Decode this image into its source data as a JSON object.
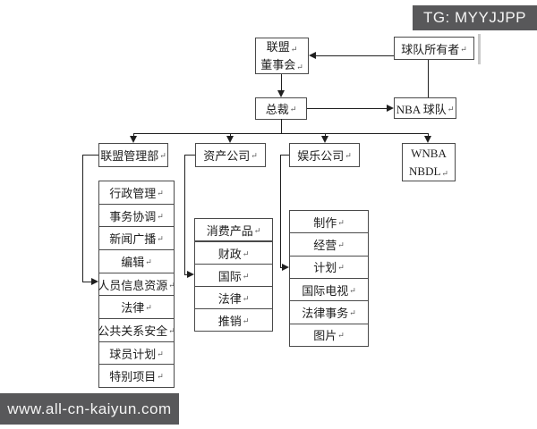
{
  "watermarks": {
    "top_right": "TG: MYYJJPP",
    "bottom_left": "www.all-cn-kaiyun.com"
  },
  "diagram": {
    "return_mark": "↵",
    "nodes": {
      "board": {
        "lines": [
          "联盟",
          "董事会"
        ]
      },
      "owner": {
        "label": "球队所有者"
      },
      "president": {
        "label": "总裁"
      },
      "nba_teams": {
        "label": "NBA 球队"
      },
      "league_admin": {
        "label": "联盟管理部"
      },
      "properties_co": {
        "label": "资产公司"
      },
      "entertainment_co": {
        "label": "娱乐公司"
      },
      "wnba_nbdl": {
        "lines": [
          "WNBA",
          "NBDL"
        ]
      }
    },
    "stacks": {
      "league_admin_children": [
        "行政管理",
        "事务协调",
        "新闻广播",
        "编辑",
        "人员信息资源",
        "法律",
        "公共关系安全",
        "球员计划",
        "特别项目"
      ],
      "properties_children": [
        "消费产品",
        "财政",
        "国际",
        "法律",
        "推销"
      ],
      "entertainment_children": [
        "制作",
        "经营",
        "计划",
        "国际电视",
        "法律事务",
        "图片"
      ]
    },
    "colors": {
      "line": "#1f1f1f",
      "box_border": "#4a4a4a",
      "watermark_bg": "#58585a",
      "watermark_text": "#f4f4f4"
    }
  }
}
